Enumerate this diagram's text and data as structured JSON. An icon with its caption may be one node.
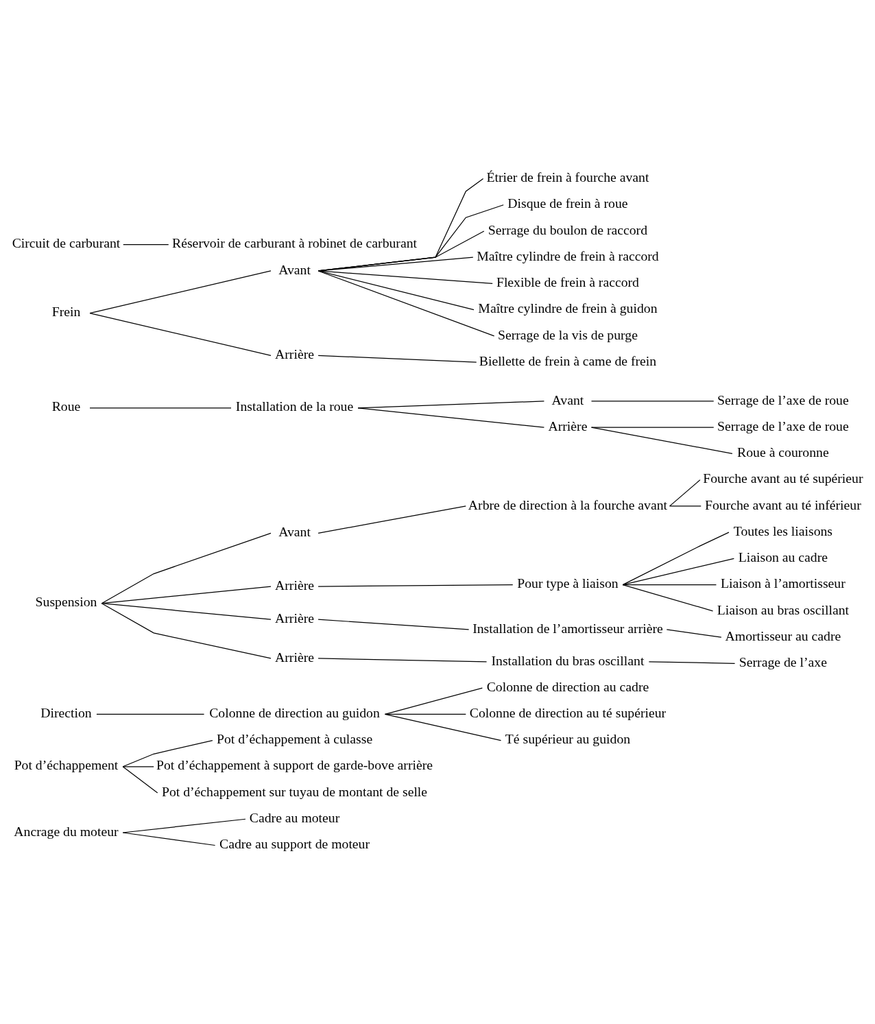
{
  "diagram": {
    "nodes": [
      {
        "text": [
          "Ancrage du moteur"
        ]
      },
      {
        "text": [
          "Cadre au moteur"
        ]
      },
      {
        "text": [
          "Cadre au support de moteur"
        ]
      },
      {
        "text": [
          "Pot d’échappement"
        ]
      },
      {
        "text": [
          "Pot d’échappement à culasse"
        ]
      },
      {
        "text": [
          "Pot d’échappement à support de garde-bove arrière"
        ]
      },
      {
        "text": [
          "Pot d’échappement sur tuyau de montant de selle"
        ]
      },
      {
        "text": [
          "Direction"
        ]
      },
      {
        "text": [
          "Colonne de direction au guidon"
        ]
      },
      {
        "text": [
          "Colonne de direction au cadre"
        ]
      },
      {
        "text": [
          "Colonne de direction au té supérieur"
        ]
      },
      {
        "text": [
          "Té supérieur au guidon"
        ]
      },
      {
        "text": [
          "Suspension"
        ]
      },
      {
        "text": [
          "Avant"
        ]
      },
      {
        "text": [
          "Arbre de direction à la fourche avant"
        ]
      },
      {
        "text": [
          "Fourche avant au té supérieur"
        ]
      },
      {
        "text": [
          "Fourche avant au té inférieur"
        ]
      },
      {
        "text": [
          "Arrière"
        ]
      },
      {
        "text": [
          "Pour type à liaison"
        ]
      },
      {
        "text": [
          "Toutes les liaisons"
        ]
      },
      {
        "text": [
          "Liaison au cadre"
        ]
      },
      {
        "text": [
          "Liaison à l’amortisseur"
        ]
      },
      {
        "text": [
          "Liaison au bras oscillant"
        ]
      },
      {
        "text": [
          "Arrière"
        ]
      },
      {
        "text": [
          "Installation de l’amortisseur arrière"
        ]
      },
      {
        "text": [
          "Amortisseur au cadre"
        ]
      },
      {
        "text": [
          "Arrière"
        ]
      },
      {
        "text": [
          "Installation du bras oscillant"
        ]
      },
      {
        "text": [
          "Serrage de l’axe"
        ]
      },
      {
        "text": [
          "Roue"
        ]
      },
      {
        "text": [
          "Installation de la roue"
        ]
      },
      {
        "text": [
          "Avant"
        ]
      },
      {
        "text": [
          "Serrage de l’axe de roue"
        ]
      },
      {
        "text": [
          "Arrière"
        ]
      },
      {
        "text": [
          "Serrage de l’axe de roue"
        ]
      },
      {
        "text": [
          "Roue à couronne"
        ]
      },
      {
        "text": [
          "Frein"
        ]
      },
      {
        "text": [
          "Avant"
        ]
      },
      {
        "text": [
          "Étrier de frein à fourche avant"
        ]
      },
      {
        "text": [
          "Disque de frein à roue"
        ]
      },
      {
        "text": [
          "Serrage du boulon de raccord"
        ]
      },
      {
        "text": [
          "Maître cylindre de frein à raccord"
        ]
      },
      {
        "text": [
          "Flexible de frein à raccord"
        ]
      },
      {
        "text": [
          "Maître cylindre de frein à guidon"
        ]
      },
      {
        "text": [
          "Serrage de la vis de purge"
        ]
      },
      {
        "text": [
          "Arrière"
        ]
      },
      {
        "text": [
          "Biellette de frein à came de frein"
        ]
      },
      {
        "text": [
          "Circuit de carburant"
        ]
      },
      {
        "text": [
          "Réservoir de carburant à robinet de carburant"
        ]
      }
    ],
    "edges": [
      {
        "from": 0,
        "to": 1,
        "arrow": "none"
      },
      {
        "from": 0,
        "to": 2,
        "arrow": "none"
      },
      {
        "from": 3,
        "to": 4,
        "arrow": "none"
      },
      {
        "from": 3,
        "to": 5,
        "arrow": "none"
      },
      {
        "from": 3,
        "to": 6,
        "arrow": "none"
      },
      {
        "from": 7,
        "to": 8,
        "arrow": "none"
      },
      {
        "from": 8,
        "to": 9,
        "arrow": "none"
      },
      {
        "from": 8,
        "to": 10,
        "arrow": "none"
      },
      {
        "from": 8,
        "to": 11,
        "arrow": "none"
      },
      {
        "from": 12,
        "to": 13,
        "arrow": "none"
      },
      {
        "from": 13,
        "to": 14,
        "arrow": "none"
      },
      {
        "from": 14,
        "to": 15,
        "arrow": "none"
      },
      {
        "from": 14,
        "to": 16,
        "arrow": "none"
      },
      {
        "from": 12,
        "to": 17,
        "arrow": "none"
      },
      {
        "from": 17,
        "to": 18,
        "arrow": "none"
      },
      {
        "from": 18,
        "to": 19,
        "arrow": "none"
      },
      {
        "from": 18,
        "to": 20,
        "arrow": "none"
      },
      {
        "from": 18,
        "to": 21,
        "arrow": "none"
      },
      {
        "from": 18,
        "to": 22,
        "arrow": "none"
      },
      {
        "from": 12,
        "to": 23,
        "arrow": "none"
      },
      {
        "from": 23,
        "to": 24,
        "arrow": "none"
      },
      {
        "from": 24,
        "to": 25,
        "arrow": "none"
      },
      {
        "from": 12,
        "to": 26,
        "arrow": "none"
      },
      {
        "from": 26,
        "to": 27,
        "arrow": "none"
      },
      {
        "from": 27,
        "to": 28,
        "arrow": "none"
      },
      {
        "from": 29,
        "to": 30,
        "arrow": "none"
      },
      {
        "from": 30,
        "to": 31,
        "arrow": "none"
      },
      {
        "from": 31,
        "to": 32,
        "arrow": "none"
      },
      {
        "from": 30,
        "to": 33,
        "arrow": "none"
      },
      {
        "from": 33,
        "to": 34,
        "arrow": "none"
      },
      {
        "from": 33,
        "to": 35,
        "arrow": "none"
      },
      {
        "from": 36,
        "to": 37,
        "arrow": "none"
      },
      {
        "from": 37,
        "to": 38,
        "arrow": "none"
      },
      {
        "from": 37,
        "to": 39,
        "arrow": "none"
      },
      {
        "from": 37,
        "to": 40,
        "arrow": "none"
      },
      {
        "from": 37,
        "to": 41,
        "arrow": "none"
      },
      {
        "from": 37,
        "to": 42,
        "arrow": "none"
      },
      {
        "from": 37,
        "to": 43,
        "arrow": "none"
      },
      {
        "from": 37,
        "to": 44,
        "arrow": "none"
      },
      {
        "from": 36,
        "to": 45,
        "arrow": "none"
      },
      {
        "from": 45,
        "to": 46,
        "arrow": "none"
      },
      {
        "from": 47,
        "to": 48,
        "arrow": "none"
      }
    ]
  }
}
